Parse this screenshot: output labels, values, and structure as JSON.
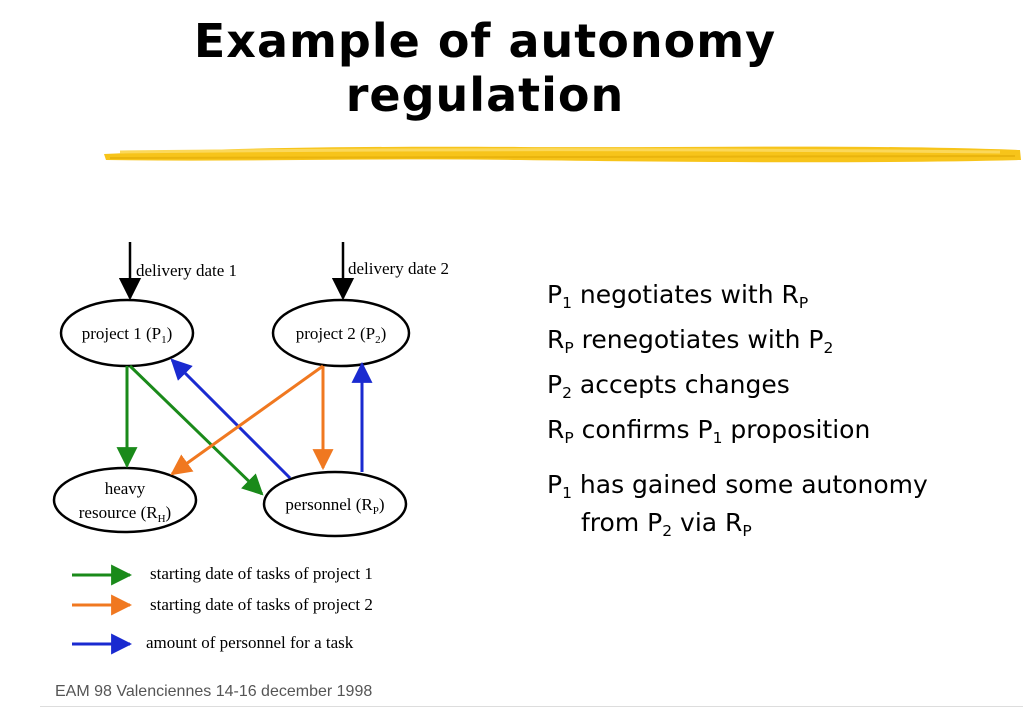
{
  "title": {
    "line1": "Example of autonomy",
    "line2": "regulation"
  },
  "diagram": {
    "inputs": {
      "d1": "delivery date 1",
      "d2": "delivery date 2"
    },
    "nodes": {
      "p1": {
        "text": "project 1 (P",
        "sub": "1",
        "end": ")"
      },
      "p2": {
        "text": "project 2 (P",
        "sub": "2",
        "end": ")"
      },
      "rh": {
        "line1": "heavy",
        "line2_text": "resource (R",
        "sub": "H",
        "end": ")"
      },
      "rp": {
        "text": "personnel (R",
        "sub": "P",
        "end": ")"
      }
    },
    "legend": [
      {
        "label": "starting date of tasks of project 1",
        "color": "#1a8a1a"
      },
      {
        "label": "starting date of tasks of project 2",
        "color": "#f07820"
      },
      {
        "label": "amount of personnel for a task",
        "color": "#1a2ad0"
      }
    ]
  },
  "bullets": {
    "b1": {
      "a": "P",
      "a_sub": "1",
      "b": " negotiates with R",
      "b_sub": "P"
    },
    "b2": {
      "a": "R",
      "a_sub": "P",
      "b": " renegotiates with P",
      "b_sub": "2"
    },
    "b3": {
      "a": "P",
      "a_sub": "2",
      "b": " accepts changes"
    },
    "b4": {
      "a": "R",
      "a_sub": "P",
      "b": " confirms P",
      "b_sub": "1",
      "c": " proposition"
    },
    "b5": {
      "a": "P",
      "a_sub": "1",
      "b": " has gained some autonomy",
      "c": "from P",
      "c_sub": "2",
      "d": " via R",
      "d_sub": "P"
    }
  },
  "footer": "EAM 98 Valenciennes 14-16 december 1998",
  "colors": {
    "green": "#1a8a1a",
    "orange": "#f07820",
    "blue": "#1a2ad0",
    "highlight": "#f7c41a"
  }
}
